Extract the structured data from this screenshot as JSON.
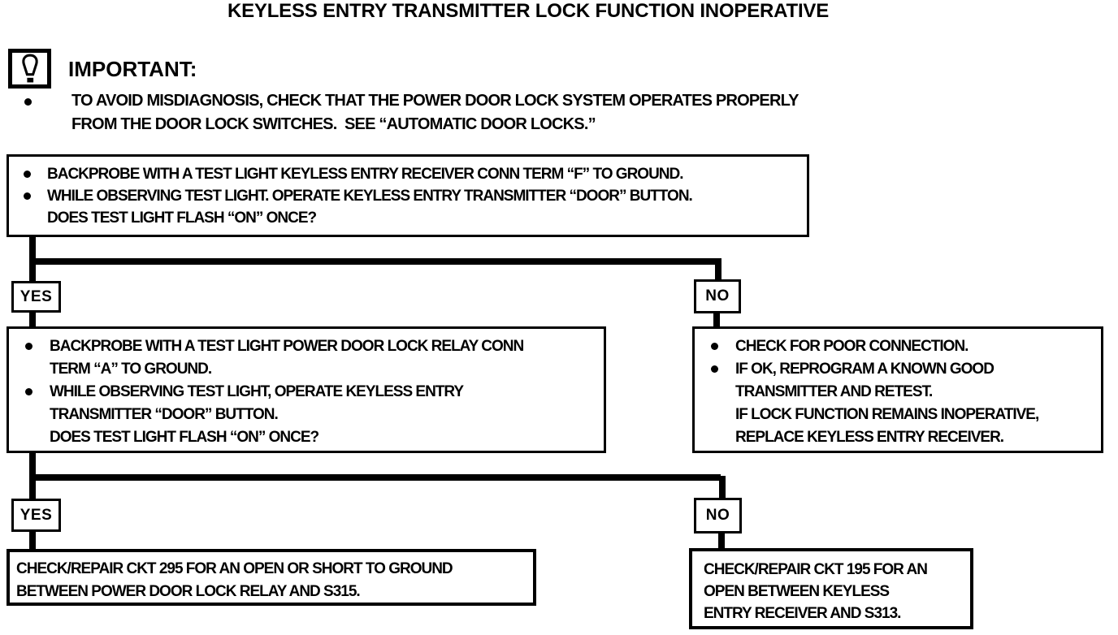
{
  "page": {
    "title": "KEYLESS ENTRY TRANSMITTER LOCK FUNCTION INOPERATIVE"
  },
  "important": {
    "heading": "IMPORTANT:",
    "note_lines": [
      "TO AVOID MISDIAGNOSIS, CHECK THAT THE POWER DOOR LOCK SYSTEM OPERATES PROPERLY",
      "FROM THE DOOR LOCK SWITCHES.  SEE “AUTOMATIC DOOR LOCKS.”"
    ]
  },
  "flow": {
    "step1": {
      "items": [
        {
          "lines": [
            "BACKPROBE WITH A TEST LIGHT KEYLESS ENTRY RECEIVER CONN TERM “F” TO GROUND."
          ]
        },
        {
          "lines": [
            "WHILE OBSERVING TEST LIGHT. OPERATE KEYLESS ENTRY TRANSMITTER “DOOR” BUTTON.",
            "DOES TEST LIGHT FLASH “ON” ONCE?"
          ]
        }
      ]
    },
    "branch1": {
      "yes": "YES",
      "no": "NO"
    },
    "step2_yes": {
      "items": [
        {
          "lines": [
            "BACKPROBE WITH A TEST LIGHT POWER DOOR LOCK RELAY CONN",
            "TERM “A” TO GROUND."
          ]
        },
        {
          "lines": [
            "WHILE OBSERVING TEST LIGHT, OPERATE KEYLESS ENTRY",
            "TRANSMITTER “DOOR” BUTTON.",
            "DOES TEST LIGHT FLASH “ON” ONCE?"
          ]
        }
      ]
    },
    "step2_no": {
      "items": [
        {
          "lines": [
            "CHECK FOR POOR CONNECTION."
          ]
        },
        {
          "lines": [
            "IF OK, REPROGRAM A KNOWN GOOD",
            "TRANSMITTER AND RETEST.",
            "IF LOCK FUNCTION REMAINS INOPERATIVE,",
            "REPLACE KEYLESS ENTRY RECEIVER."
          ]
        }
      ]
    },
    "branch2": {
      "yes": "YES",
      "no": "NO"
    },
    "result_yes": {
      "lines": [
        "CHECK/REPAIR CKT 295 FOR AN OPEN OR SHORT TO GROUND",
        "BETWEEN POWER DOOR LOCK RELAY AND S315."
      ]
    },
    "result_no": {
      "lines": [
        "CHECK/REPAIR CKT 195 FOR AN",
        "OPEN BETWEEN KEYLESS",
        "ENTRY RECEIVER AND S313."
      ]
    }
  },
  "colors": {
    "ink": "#000000",
    "paper": "#ffffff"
  }
}
